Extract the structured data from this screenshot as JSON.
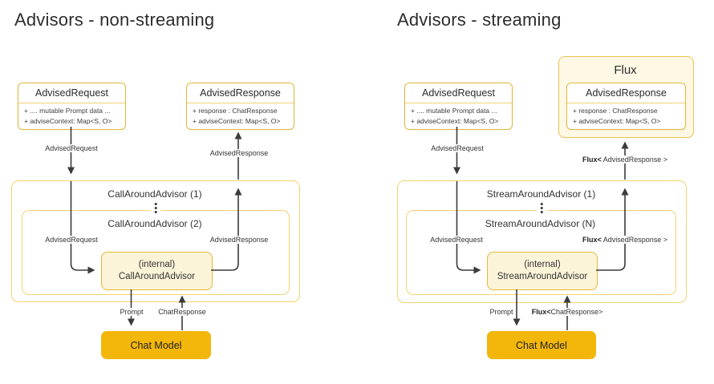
{
  "colors": {
    "box_border": "#e3b83a",
    "container_border": "#f2d370",
    "divider": "#f0d274",
    "internal_fill": "#fcf4d8",
    "flux_fill": "#fef8e4",
    "chat_model_fill": "#f3b70b",
    "arrow": "#3b3b3b",
    "text": "#2f2f2f"
  },
  "left": {
    "title": "Advisors - non-streaming",
    "advised_request": {
      "title": "AdvisedRequest",
      "attr1": "+ .... mutable Prompt data ...",
      "attr2": "+ adviseContext: Map<S, O>"
    },
    "advised_response": {
      "title": "AdvisedResponse",
      "attr1": "+ response : ChatResponse",
      "attr2": "+ adviseContext: Map<S, O>"
    },
    "request_arrow_label": "AdvisedRequest",
    "response_arrow_label": "AdvisedResponse",
    "outer_advisor_label": "CallAroundAdvisor (1)",
    "inner_advisor_label": "CallAroundAdvisor (2)",
    "inner_request_label": "AdvisedRequest",
    "inner_response_label": "AdvisedResponse",
    "internal_line1": "(internal)",
    "internal_line2": "CallAroundAdvisor",
    "prompt_label": "Prompt",
    "chat_response_label": "ChatResponse",
    "chat_model_label": "Chat Model"
  },
  "right": {
    "title": "Advisors - streaming",
    "flux_title": "Flux",
    "advised_request": {
      "title": "AdvisedRequest",
      "attr1": "+ .... mutable Prompt data ...",
      "attr2": "+ adviseContext: Map<S, O>"
    },
    "advised_response": {
      "title": "AdvisedResponse",
      "attr1": "+ response : ChatResponse",
      "attr2": "+ adviseContext: Map<S, O>"
    },
    "request_arrow_label": "AdvisedRequest",
    "flux_response_bold": "Flux<",
    "flux_response_rest": " AdvisedResponse >",
    "outer_advisor_label": "StreamAroundAdvisor (1)",
    "inner_advisor_label": "StreamAroundAdvisor (N)",
    "inner_request_label": "AdvisedRequest",
    "internal_line1": "(internal)",
    "internal_line2": "StreamAroundAdvisor",
    "prompt_label": "Prompt",
    "flux_chat_bold": "Flux<",
    "flux_chat_rest": "ChatResponse>",
    "chat_model_label": "Chat Model"
  }
}
